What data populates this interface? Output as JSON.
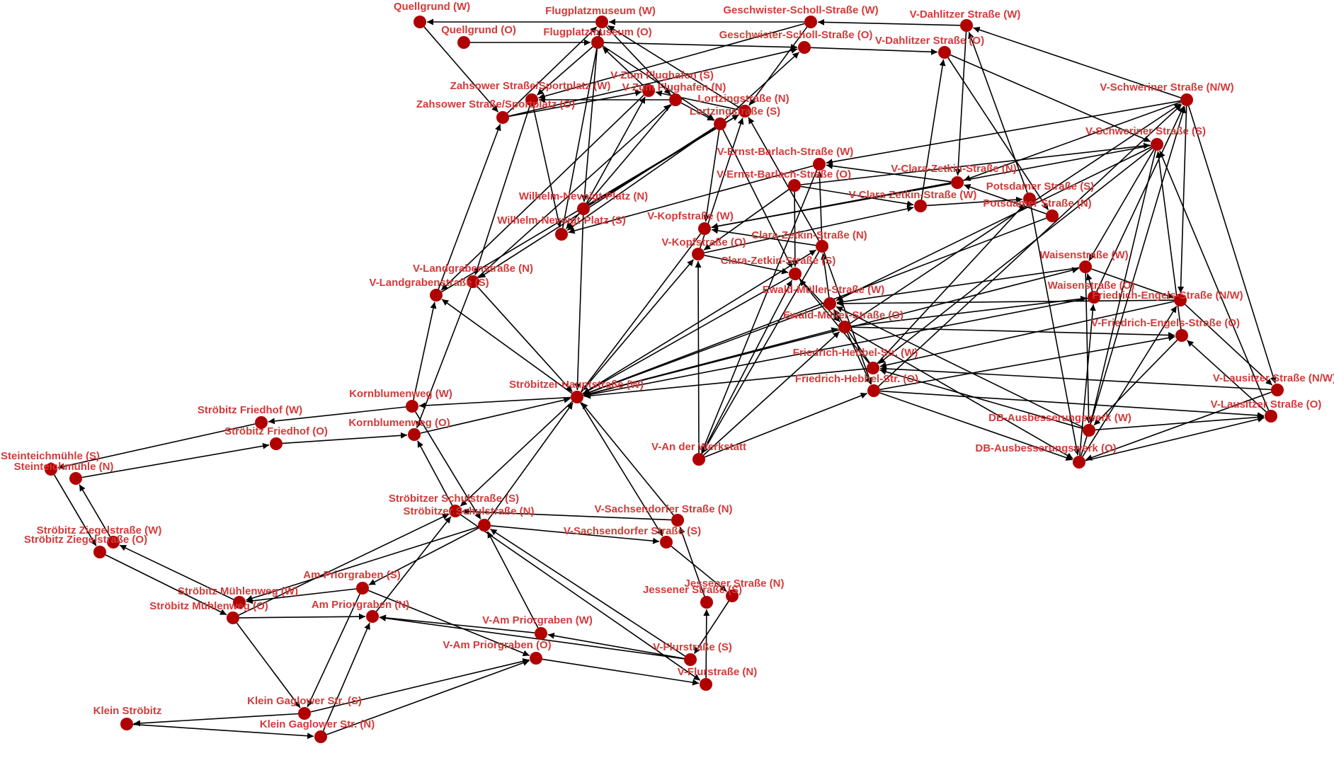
{
  "graph": {
    "colors": {
      "node": "#b00000",
      "label": "#d43a3a",
      "edge": "#000000",
      "background": "#ffffff"
    },
    "nodes": [
      {
        "id": "quellgrund_w",
        "label": "Quellgrund (W)"
      },
      {
        "id": "quellgrund_o",
        "label": "Quellgrund (O)"
      },
      {
        "id": "flugplatzmuseum_w",
        "label": "Flugplatzmuseum (W)"
      },
      {
        "id": "flugplatzmuseum_o",
        "label": "Flugplatzmuseum (O)"
      },
      {
        "id": "geschwister_w",
        "label": "Geschwister-Scholl-Straße (W)"
      },
      {
        "id": "geschwister_o",
        "label": "Geschwister-Scholl-Straße (O)"
      },
      {
        "id": "dahlitzer_w",
        "label": "V-Dahlitzer Straße (W)"
      },
      {
        "id": "dahlitzer_o",
        "label": "V-Dahlitzer Straße (O)"
      },
      {
        "id": "zahsower_w",
        "label": "Zahsower Straße/Sportplatz (W)"
      },
      {
        "id": "zahsower_o",
        "label": "Zahsower Straße/Sportplatz (O)"
      },
      {
        "id": "flughafen_s",
        "label": "V-Zum Flughafen (S)"
      },
      {
        "id": "flughafen_n",
        "label": "V-Zum Flughafen (N)"
      },
      {
        "id": "lortzing_n",
        "label": "Lortzingstraße (N)"
      },
      {
        "id": "lortzing_s",
        "label": "Lortzingstraße (S)"
      },
      {
        "id": "schweriner_nw",
        "label": "V-Schweriner Straße (N/W)"
      },
      {
        "id": "schweriner_s",
        "label": "V-Schweriner Straße (S)"
      },
      {
        "id": "barlach_w",
        "label": "V-Ernst-Barlach-Straße (W)"
      },
      {
        "id": "barlach_o",
        "label": "V-Ernst-Barlach-Straße (O)"
      },
      {
        "id": "zetkin_v_n",
        "label": "V-Clara-Zetkin-Straße (N)"
      },
      {
        "id": "zetkin_v_w",
        "label": "V-Clara-Zetkin-Straße (W)"
      },
      {
        "id": "potsdamer_s",
        "label": "Potsdamer Straße (S)"
      },
      {
        "id": "potsdamer_n",
        "label": "Potsdamer Straße (N)"
      },
      {
        "id": "nevoigt_n",
        "label": "Wilhelm-Nevoigt-Platz (N)"
      },
      {
        "id": "nevoigt_s",
        "label": "Wilhelm-Nevoigt-Platz (S)"
      },
      {
        "id": "kopf_w",
        "label": "V-Kopfstraße (W)"
      },
      {
        "id": "kopf_o",
        "label": "V-Kopfstraße (O)"
      },
      {
        "id": "zetkin_n",
        "label": "Clara-Zetkin-Straße (N)"
      },
      {
        "id": "zetkin_s",
        "label": "Clara-Zetkin-Straße (S)"
      },
      {
        "id": "landgraben_n",
        "label": "V-Landgrabenstraße (N)"
      },
      {
        "id": "landgraben_s",
        "label": "V-Landgrabenstraße (S)"
      },
      {
        "id": "waisen_w",
        "label": "Waisenstraße (W)"
      },
      {
        "id": "waisen_o",
        "label": "Waisenstraße (O)"
      },
      {
        "id": "engels_nw",
        "label": "Friedrich-Engels-Straße (N/W)"
      },
      {
        "id": "engels_o",
        "label": "V-Friedrich-Engels-Straße (O)"
      },
      {
        "id": "mueller_w",
        "label": "Ewald-Müller-Straße (W)"
      },
      {
        "id": "mueller_o",
        "label": "Ewald-Müller-Straße (O)"
      },
      {
        "id": "hebbel_w",
        "label": "Friedrich-Hebbel-Str. (W)"
      },
      {
        "id": "hebbel_o",
        "label": "Friedrich-Hebbel-Str. (O)"
      },
      {
        "id": "lausitzer_nw",
        "label": "V-Lausitzer Straße (N/W)"
      },
      {
        "id": "lausitzer_o",
        "label": "V-Lausitzer Straße (O)"
      },
      {
        "id": "hauptstr_w",
        "label": "Ströbitzer Hauptstraße (W)"
      },
      {
        "id": "kornblumen_w",
        "label": "Kornblumenweg (W)"
      },
      {
        "id": "kornblumen_o",
        "label": "Kornblumenweg (O)"
      },
      {
        "id": "friedhof_w",
        "label": "Ströbitz Friedhof (W)"
      },
      {
        "id": "friedhof_o",
        "label": "Ströbitz Friedhof (O)"
      },
      {
        "id": "werkstatt",
        "label": "V-An der Werkstatt"
      },
      {
        "id": "db_w",
        "label": "DB-Ausbesserungswerk (W)"
      },
      {
        "id": "db_o",
        "label": "DB-Ausbesserungswerk (O)"
      },
      {
        "id": "steinteich_s",
        "label": "Steinteichmühle (S)"
      },
      {
        "id": "steinteich_n",
        "label": "Steinteichmühle (N)"
      },
      {
        "id": "schul_s",
        "label": "Ströbitzer Schulstraße (S)"
      },
      {
        "id": "schul_n",
        "label": "Ströbitzer Schulstraße (N)"
      },
      {
        "id": "sachsendorfer_n",
        "label": "V-Sachsendorfer Straße (N)"
      },
      {
        "id": "sachsendorfer_s",
        "label": "V-Sachsendorfer Straße (S)"
      },
      {
        "id": "ziegel_w",
        "label": "Ströbitz Ziegelstraße (W)"
      },
      {
        "id": "ziegel_o",
        "label": "Ströbitz Ziegelstraße (O)"
      },
      {
        "id": "priorgraben_s",
        "label": "Am Priorgraben (S)"
      },
      {
        "id": "priorgraben_n",
        "label": "Am Priorgraben (N)"
      },
      {
        "id": "muehlen_w",
        "label": "Ströbitz Mühlenweg (W)"
      },
      {
        "id": "muehlen_o",
        "label": "Ströbitz Mühlenweg (O)"
      },
      {
        "id": "jessener_n",
        "label": "Jessener Straße (N)"
      },
      {
        "id": "jessener_s",
        "label": "Jessener Straße (S)"
      },
      {
        "id": "v_priorgraben_w",
        "label": "V-Am Priorgraben (W)"
      },
      {
        "id": "v_priorgraben_o",
        "label": "V-Am Priorgraben (O)"
      },
      {
        "id": "flur_s",
        "label": "V-Flurstraße (S)"
      },
      {
        "id": "flur_n",
        "label": "V-Flurstraße (N)"
      },
      {
        "id": "gaglower_s",
        "label": "Klein Gaglower Str. (S)"
      },
      {
        "id": "gaglower_n",
        "label": "Klein Gaglower Str. (N)"
      },
      {
        "id": "klein_stroebitz",
        "label": "Klein Ströbitz"
      }
    ],
    "edges": [
      [
        "flugplatzmuseum_w",
        "quellgrund_w"
      ],
      [
        "quellgrund_w",
        "zahsower_o"
      ],
      [
        "quellgrund_o",
        "flugplatzmuseum_o"
      ],
      [
        "geschwister_w",
        "flugplatzmuseum_w"
      ],
      [
        "flugplatzmuseum_o",
        "geschwister_o"
      ],
      [
        "flugplatzmuseum_w",
        "flughafen_n"
      ],
      [
        "flughafen_s",
        "flugplatzmuseum_o"
      ],
      [
        "flugplatzmuseum_o",
        "zahsower_w"
      ],
      [
        "zahsower_o",
        "flugplatzmuseum_w"
      ],
      [
        "flugplatzmuseum_o",
        "nevoigt_n"
      ],
      [
        "nevoigt_s",
        "flugplatzmuseum_w"
      ],
      [
        "flugplatzmuseum_o",
        "lortzing_s"
      ],
      [
        "lortzing_n",
        "flugplatzmuseum_w"
      ],
      [
        "dahlitzer_w",
        "geschwister_w"
      ],
      [
        "geschwister_o",
        "dahlitzer_o"
      ],
      [
        "geschwister_w",
        "lortzing_n"
      ],
      [
        "lortzing_s",
        "geschwister_o"
      ],
      [
        "geschwister_w",
        "zahsower_w"
      ],
      [
        "zahsower_o",
        "geschwister_o"
      ],
      [
        "schweriner_nw",
        "dahlitzer_w"
      ],
      [
        "dahlitzer_o",
        "schweriner_s"
      ],
      [
        "dahlitzer_w",
        "zetkin_v_n"
      ],
      [
        "zetkin_v_w",
        "dahlitzer_o"
      ],
      [
        "dahlitzer_o",
        "potsdamer_n"
      ],
      [
        "potsdamer_s",
        "dahlitzer_w"
      ],
      [
        "flughafen_n",
        "zahsower_w"
      ],
      [
        "zahsower_o",
        "flughafen_s"
      ],
      [
        "zahsower_w",
        "landgraben_n"
      ],
      [
        "landgraben_s",
        "zahsower_o"
      ],
      [
        "zahsower_w",
        "nevoigt_s"
      ],
      [
        "flughafen_s",
        "landgraben_s"
      ],
      [
        "landgraben_n",
        "flughafen_n"
      ],
      [
        "flughafen_n",
        "lortzing_s"
      ],
      [
        "lortzing_n",
        "flughafen_s"
      ],
      [
        "flughafen_n",
        "nevoigt_s"
      ],
      [
        "nevoigt_n",
        "flughafen_s"
      ],
      [
        "lortzing_s",
        "kopf_w"
      ],
      [
        "kopf_o",
        "lortzing_n"
      ],
      [
        "lortzing_s",
        "zetkin_s"
      ],
      [
        "zetkin_n",
        "lortzing_n"
      ],
      [
        "lortzing_s",
        "nevoigt_s"
      ],
      [
        "nevoigt_n",
        "lortzing_n"
      ],
      [
        "lortzing_s",
        "landgraben_n"
      ],
      [
        "landgraben_s",
        "lortzing_n"
      ],
      [
        "schweriner_nw",
        "barlach_w"
      ],
      [
        "barlach_o",
        "schweriner_s"
      ],
      [
        "schweriner_s",
        "kopf_w"
      ],
      [
        "schweriner_nw",
        "zetkin_v_n"
      ],
      [
        "schweriner_s",
        "mueller_w"
      ],
      [
        "mueller_o",
        "schweriner_nw"
      ],
      [
        "schweriner_s",
        "hebbel_w"
      ],
      [
        "hebbel_o",
        "schweriner_nw"
      ],
      [
        "schweriner_nw",
        "engels_nw"
      ],
      [
        "engels_o",
        "schweriner_s"
      ],
      [
        "schweriner_s",
        "waisen_w"
      ],
      [
        "waisen_o",
        "schweriner_nw"
      ],
      [
        "schweriner_s",
        "db_w"
      ],
      [
        "db_o",
        "schweriner_nw"
      ],
      [
        "schweriner_nw",
        "lausitzer_nw"
      ],
      [
        "lausitzer_o",
        "schweriner_s"
      ],
      [
        "zetkin_v_n",
        "barlach_w"
      ],
      [
        "barlach_o",
        "zetkin_v_w"
      ],
      [
        "barlach_w",
        "nevoigt_s"
      ],
      [
        "barlach_o",
        "zetkin_s"
      ],
      [
        "zetkin_n",
        "barlach_w"
      ],
      [
        "barlach_w",
        "werkstatt"
      ],
      [
        "barlach_o",
        "kopf_o"
      ],
      [
        "zetkin_v_n",
        "kopf_w"
      ],
      [
        "kopf_o",
        "zetkin_v_w"
      ],
      [
        "zetkin_v_w",
        "potsdamer_s"
      ],
      [
        "potsdamer_n",
        "zetkin_v_n"
      ],
      [
        "potsdamer_n",
        "hauptstr_w"
      ],
      [
        "hebbel_w",
        "potsdamer_s"
      ],
      [
        "potsdamer_s",
        "db_o"
      ],
      [
        "nevoigt_n",
        "hauptstr_w"
      ],
      [
        "kopf_w",
        "hauptstr_w"
      ],
      [
        "hauptstr_w",
        "kopf_o"
      ],
      [
        "zetkin_n",
        "kopf_w"
      ],
      [
        "kopf_o",
        "zetkin_s"
      ],
      [
        "zetkin_s",
        "hauptstr_w"
      ],
      [
        "hauptstr_w",
        "zetkin_n"
      ],
      [
        "zetkin_n",
        "werkstatt"
      ],
      [
        "werkstatt",
        "zetkin_s"
      ],
      [
        "zetkin_s",
        "mueller_o"
      ],
      [
        "mueller_w",
        "zetkin_n"
      ],
      [
        "zetkin_n",
        "hebbel_o"
      ],
      [
        "hebbel_w",
        "zetkin_s"
      ],
      [
        "landgraben_n",
        "kornblumen_o"
      ],
      [
        "kornblumen_w",
        "landgraben_s"
      ],
      [
        "hauptstr_w",
        "landgraben_s"
      ],
      [
        "landgraben_n",
        "hauptstr_w"
      ],
      [
        "waisen_w",
        "engels_nw"
      ],
      [
        "waisen_o",
        "waisen_w"
      ],
      [
        "waisen_w",
        "db_w"
      ],
      [
        "db_o",
        "waisen_o"
      ],
      [
        "waisen_w",
        "mueller_w"
      ],
      [
        "mueller_o",
        "waisen_o"
      ],
      [
        "waisen_o",
        "hauptstr_w"
      ],
      [
        "hauptstr_w",
        "waisen_w"
      ],
      [
        "engels_nw",
        "lausitzer_nw"
      ],
      [
        "lausitzer_o",
        "engels_o"
      ],
      [
        "engels_nw",
        "hebbel_w"
      ],
      [
        "hebbel_o",
        "engels_o"
      ],
      [
        "engels_o",
        "db_w"
      ],
      [
        "db_o",
        "engels_nw"
      ],
      [
        "engels_nw",
        "mueller_w"
      ],
      [
        "mueller_o",
        "engels_o"
      ],
      [
        "mueller_w",
        "hauptstr_w"
      ],
      [
        "hauptstr_w",
        "mueller_o"
      ],
      [
        "mueller_o",
        "hebbel_o"
      ],
      [
        "hebbel_w",
        "mueller_w"
      ],
      [
        "mueller_o",
        "db_o"
      ],
      [
        "db_w",
        "mueller_w"
      ],
      [
        "hebbel_w",
        "hauptstr_w"
      ],
      [
        "hebbel_o",
        "lausitzer_o"
      ],
      [
        "lausitzer_nw",
        "hebbel_w"
      ],
      [
        "werkstatt",
        "hebbel_o"
      ],
      [
        "db_w",
        "lausitzer_o"
      ],
      [
        "lausitzer_nw",
        "db_o"
      ],
      [
        "db_o",
        "lausitzer_o"
      ],
      [
        "db_w",
        "hebbel_w"
      ],
      [
        "hebbel_o",
        "db_o"
      ],
      [
        "hauptstr_w",
        "kornblumen_w"
      ],
      [
        "kornblumen_o",
        "hauptstr_w"
      ],
      [
        "hauptstr_w",
        "schul_s"
      ],
      [
        "schul_n",
        "hauptstr_w"
      ],
      [
        "hauptstr_w",
        "sachsendorfer_s"
      ],
      [
        "sachsendorfer_n",
        "hauptstr_w"
      ],
      [
        "werkstatt",
        "kopf_o"
      ],
      [
        "werkstatt",
        "mueller_o"
      ],
      [
        "kornblumen_w",
        "friedhof_w"
      ],
      [
        "friedhof_o",
        "kornblumen_o"
      ],
      [
        "kornblumen_w",
        "schul_n"
      ],
      [
        "schul_s",
        "kornblumen_o"
      ],
      [
        "friedhof_w",
        "steinteich_s"
      ],
      [
        "steinteich_n",
        "friedhof_o"
      ],
      [
        "steinteich_s",
        "ziegel_o"
      ],
      [
        "ziegel_w",
        "steinteich_n"
      ],
      [
        "ziegel_o",
        "muehlen_o"
      ],
      [
        "muehlen_w",
        "ziegel_w"
      ],
      [
        "sachsendorfer_n",
        "schul_s"
      ],
      [
        "schul_n",
        "sachsendorfer_s"
      ],
      [
        "sachsendorfer_s",
        "jessener_n"
      ],
      [
        "jessener_s",
        "sachsendorfer_n"
      ],
      [
        "schul_n",
        "muehlen_w"
      ],
      [
        "muehlen_o",
        "schul_s"
      ],
      [
        "schul_n",
        "priorgraben_s"
      ],
      [
        "priorgraben_n",
        "schul_s"
      ],
      [
        "schul_s",
        "flur_n"
      ],
      [
        "flur_s",
        "schul_n"
      ],
      [
        "v_priorgraben_w",
        "schul_n"
      ],
      [
        "priorgraben_s",
        "muehlen_w"
      ],
      [
        "muehlen_o",
        "priorgraben_n"
      ],
      [
        "priorgraben_s",
        "v_priorgraben_o"
      ],
      [
        "v_priorgraben_w",
        "priorgraben_n"
      ],
      [
        "priorgraben_s",
        "gaglower_s"
      ],
      [
        "gaglower_n",
        "priorgraben_n"
      ],
      [
        "muehlen_o",
        "gaglower_s"
      ],
      [
        "gaglower_s",
        "v_priorgraben_o"
      ],
      [
        "gaglower_n",
        "v_priorgraben_o"
      ],
      [
        "v_priorgraben_o",
        "flur_n"
      ],
      [
        "flur_s",
        "v_priorgraben_w"
      ],
      [
        "flur_s",
        "priorgraben_n"
      ],
      [
        "jessener_n",
        "flur_s"
      ],
      [
        "flur_n",
        "jessener_s"
      ],
      [
        "gaglower_s",
        "klein_stroebitz"
      ],
      [
        "klein_stroebitz",
        "gaglower_n"
      ]
    ]
  }
}
